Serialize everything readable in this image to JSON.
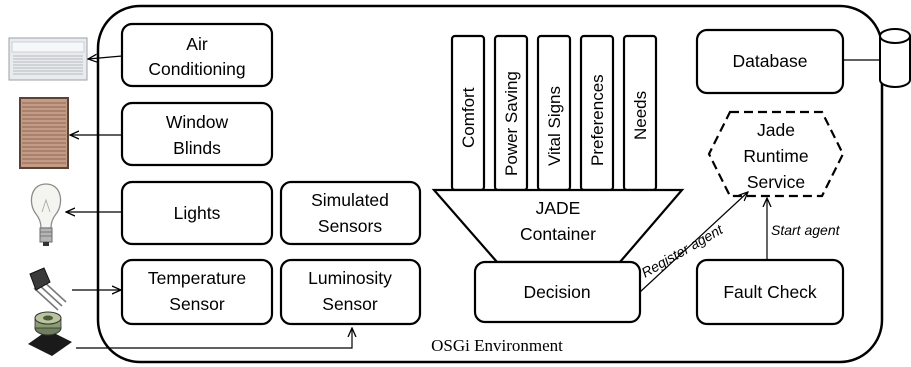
{
  "environment_label": "OSGi Environment",
  "devices": {
    "air_conditioning": [
      "Air",
      "Conditioning"
    ],
    "window_blinds": [
      "Window",
      "Blinds"
    ],
    "lights": "Lights",
    "temperature_sensor": [
      "Temperature",
      "Sensor"
    ],
    "simulated_sensors": [
      "Simulated",
      "Sensors"
    ],
    "luminosity_sensor": [
      "Luminosity",
      "Sensor"
    ]
  },
  "agents": [
    "Comfort",
    "Power Saving",
    "Vital Signs",
    "Preferences",
    "Needs"
  ],
  "container": [
    "JADE",
    "Container"
  ],
  "decision": "Decision",
  "database": "Database",
  "runtime": [
    "Jade",
    "Runtime",
    "Service"
  ],
  "fault_check": "Fault Check",
  "edges": {
    "register_agent": "Register agent",
    "start_agent": "Start agent"
  }
}
